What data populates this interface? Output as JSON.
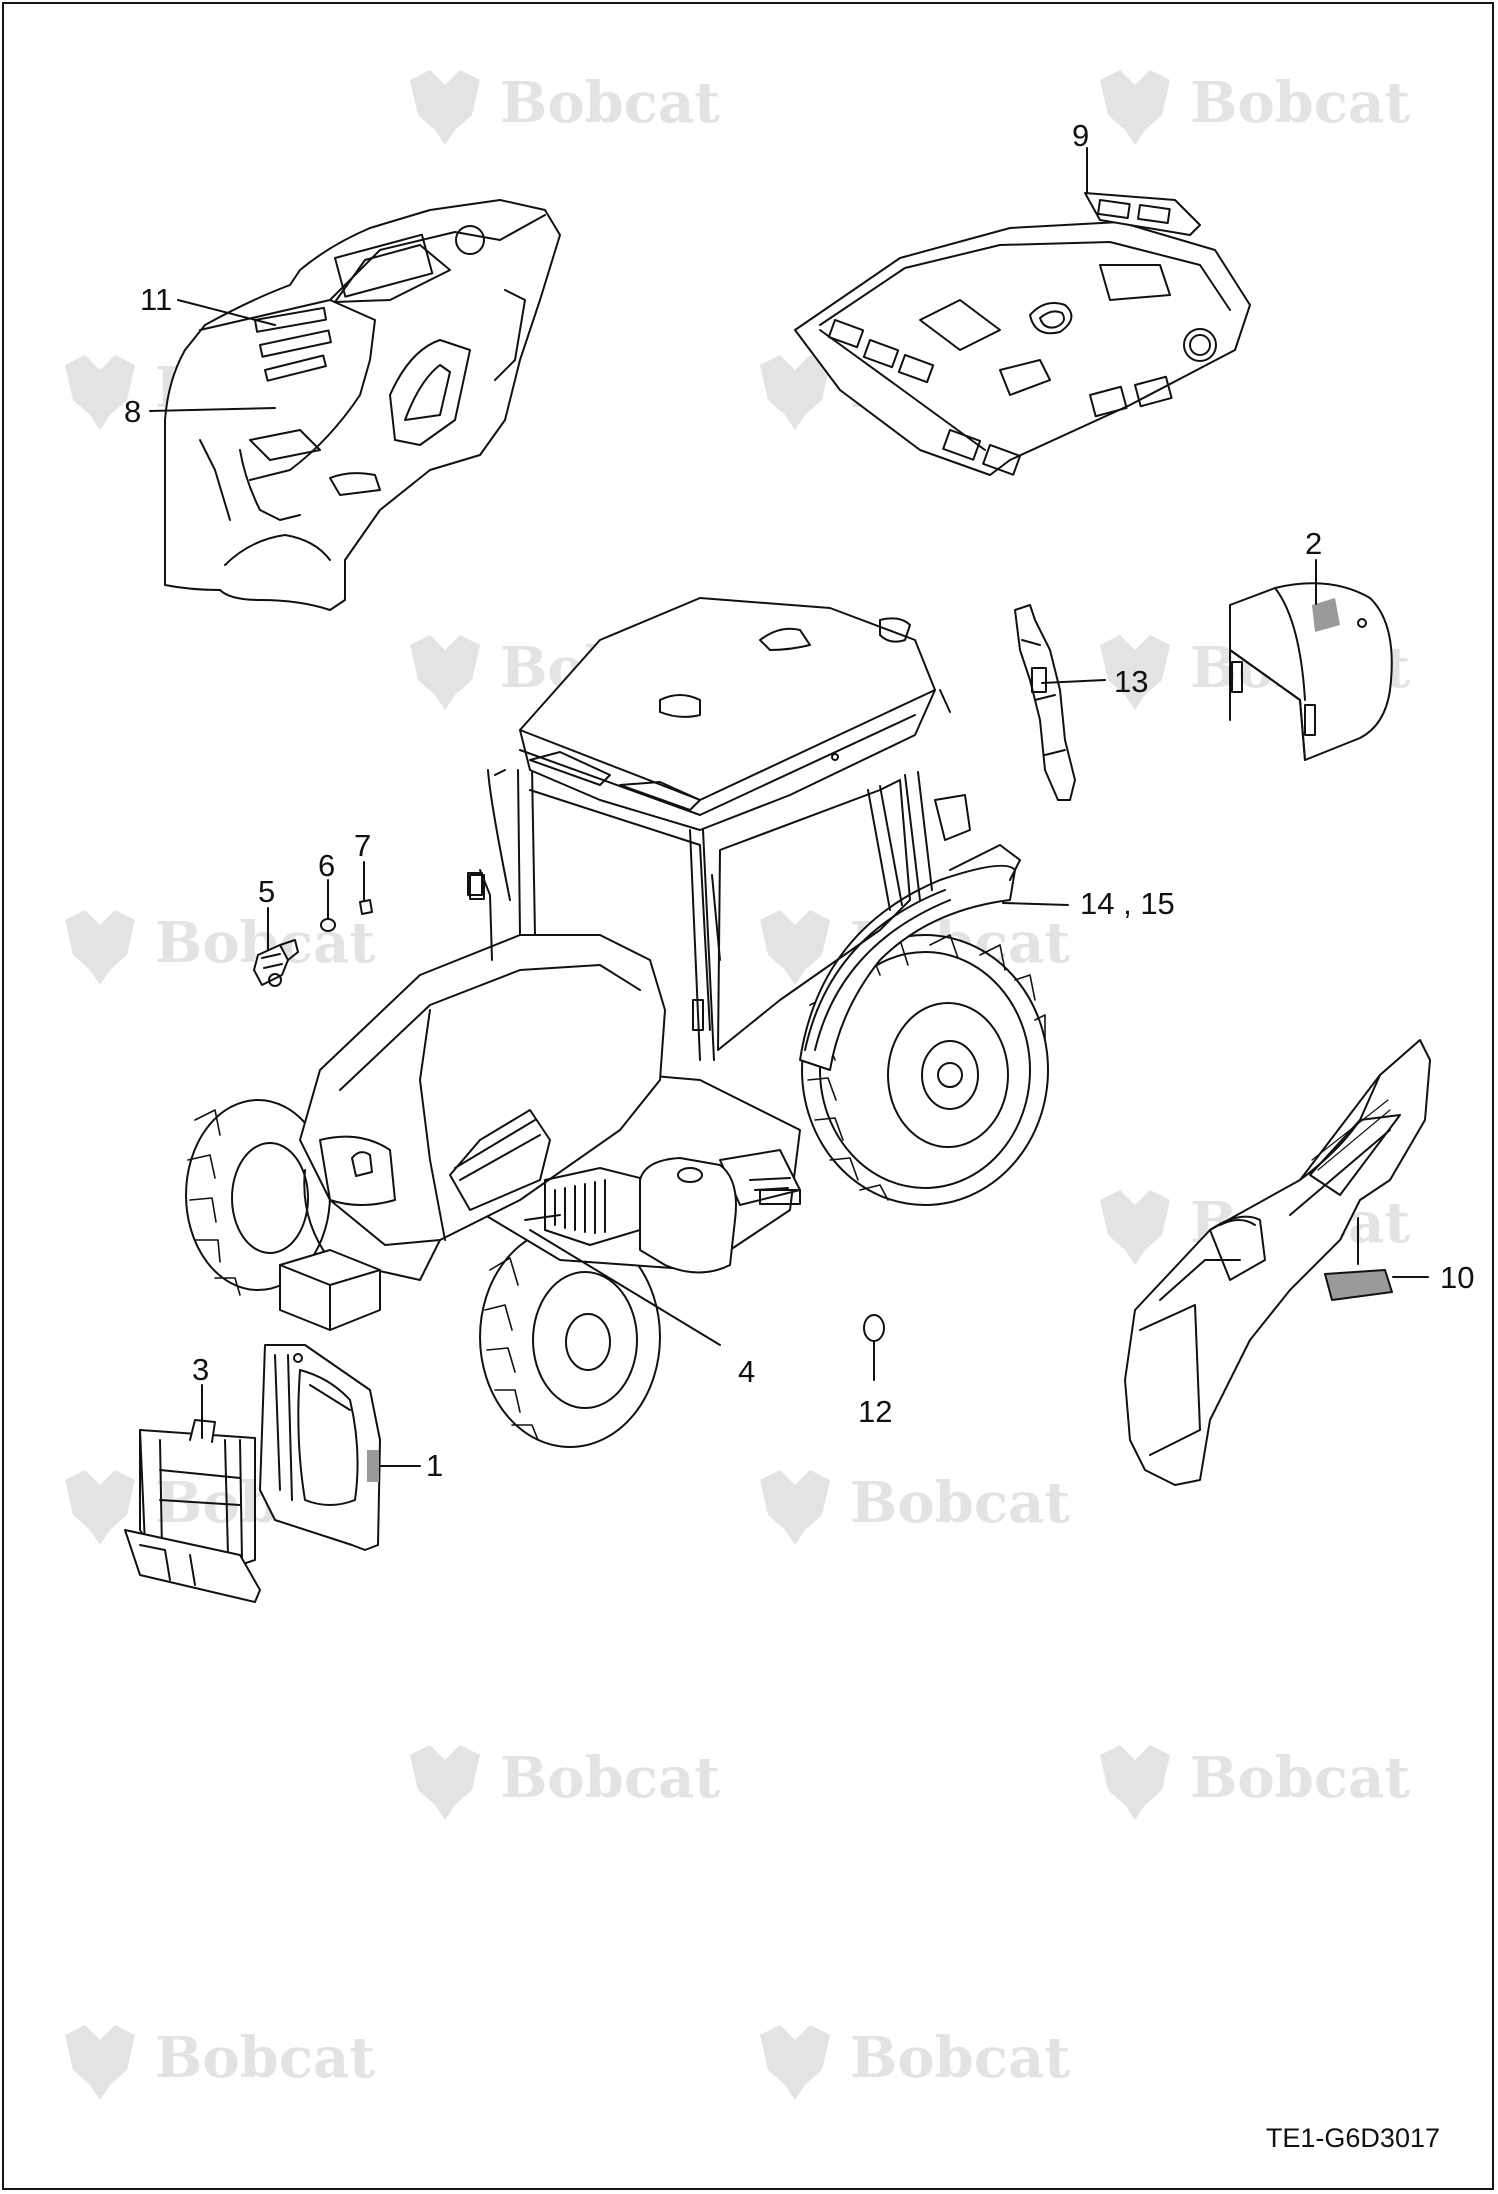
{
  "watermark": {
    "text": "Bobcat",
    "color": "#e3e3e3"
  },
  "colors": {
    "ink": "#111111",
    "fill": "#ffffff",
    "shade": "#9a9a9a"
  },
  "callouts": {
    "c1": "1",
    "c2": "2",
    "c3": "3",
    "c4": "4",
    "c5": "5",
    "c6": "6",
    "c7": "7",
    "c8": "8",
    "c9": "9",
    "c10": "10",
    "c11": "11",
    "c12": "12",
    "c13": "13",
    "c14_15": "14 , 15"
  },
  "drawing_code": "TE1-G6D3017"
}
